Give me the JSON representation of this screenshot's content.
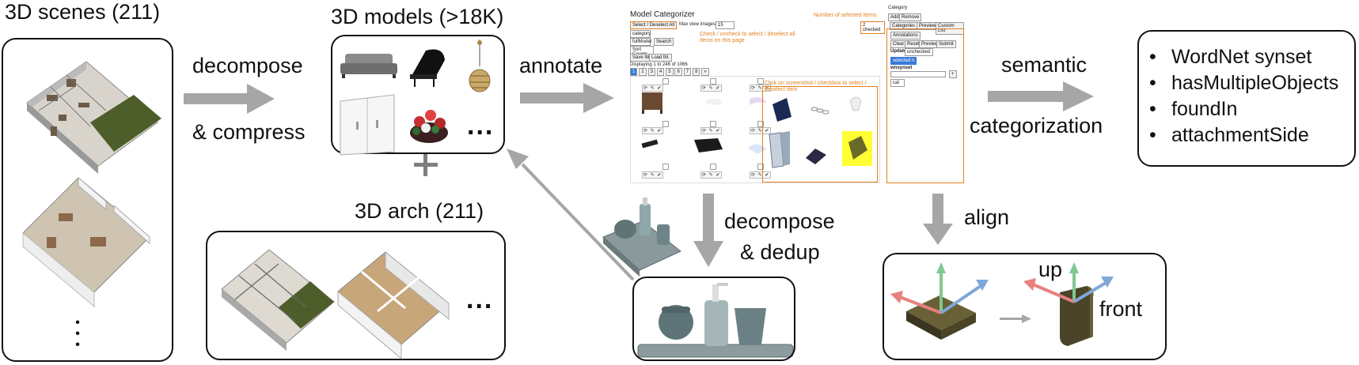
{
  "labels": {
    "scenes": "3D scenes (211)",
    "models": "3D models (>18K)",
    "arch": "3D arch (211)",
    "decompose": "decompose",
    "compress": "& compress",
    "annotate": "annotate",
    "semantic": "semantic",
    "categorization": "categorization",
    "decompose2": "decompose",
    "dedup": "& dedup",
    "align": "align",
    "up": "up",
    "front": "front",
    "plus": "+",
    "ellipsis": "...",
    "vellipsis": [
      "•",
      "•",
      "•"
    ]
  },
  "attributes": [
    "WordNet synset",
    "hasMultipleObjects",
    "foundIn",
    "attachmentSide"
  ],
  "tool": {
    "title": "Model Categorizer",
    "select_btn": "Select / Deselect All",
    "view_label": "Max view images:",
    "view_value": "15",
    "num_selected_note": "Number of selected items",
    "checked_badge": "2 checked",
    "check_note": "Check / uncheck to select / deselect all items on this page",
    "click_note": "Click on screenshot / checkbox to select / deselect item",
    "filter1": "category",
    "filter2": "fullModel",
    "search_btn": "Search",
    "sort_label": "Sort Counts",
    "save_btn": "Save lbl.",
    "load_btn": "Load lbl.",
    "displaying": "Displaying 1 to 246 of 1066",
    "pages": [
      "1",
      "2",
      "3",
      "4",
      "5",
      "6",
      "7",
      "8",
      "»"
    ],
    "category_label": "Category",
    "add_btn": "Add",
    "remove_btn": "Remove",
    "tabs": [
      "Categories",
      "Preview",
      "Custom List"
    ],
    "annotations_tab": "Annotations",
    "ann_buttons": [
      "Clear",
      "Reset",
      "Preview",
      "Submit"
    ],
    "update_label": "Update",
    "update_value": "unchecked",
    "selected_badge": "selected n",
    "wnsynset_label": "wnsynset",
    "add_plus": "+",
    "field_value": "cat"
  },
  "colors": {
    "arrow": "#a6a6a6",
    "orange": "#e08020",
    "axis_red": "#e88080",
    "axis_green": "#80c890",
    "axis_blue": "#7fa8d8",
    "highlight": "#ffff33",
    "floor": "#4a5a28"
  }
}
